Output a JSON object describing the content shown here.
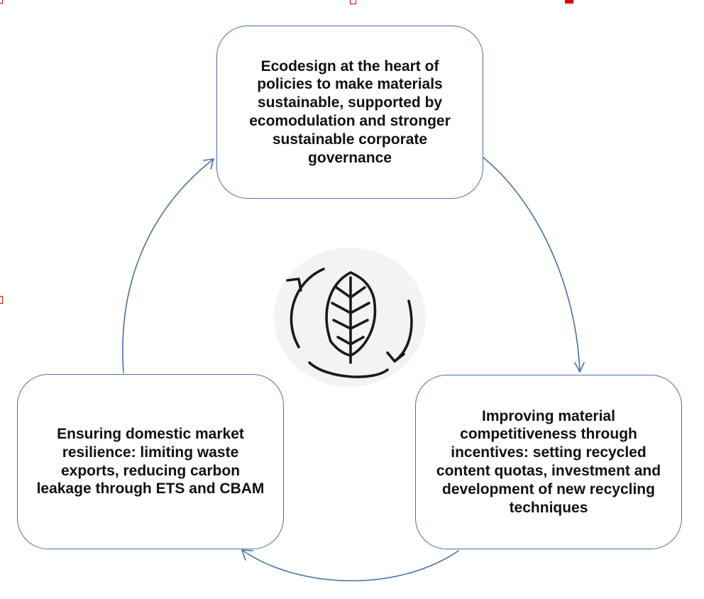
{
  "nodes": {
    "top": "Ecodesign at the heart of policies to make materials sustainable, supported by ecomodulation and stronger sustainable corporate governance",
    "right": "Improving material competitiveness through incentives: setting recycled content quotas, investment and development of new recycling techniques",
    "left": "Ensuring domestic market resilience: limiting waste exports, reducing carbon leakage through ETS and CBAM"
  },
  "icons": {
    "center": "recycle-leaf-icon"
  },
  "colors": {
    "connector": "#4a6fa5",
    "node_border": "#4a6fa5",
    "text": "#111111",
    "icon": "#1a1a1a",
    "badge_bg": "#f3f3f3",
    "marker": "#e00000"
  }
}
